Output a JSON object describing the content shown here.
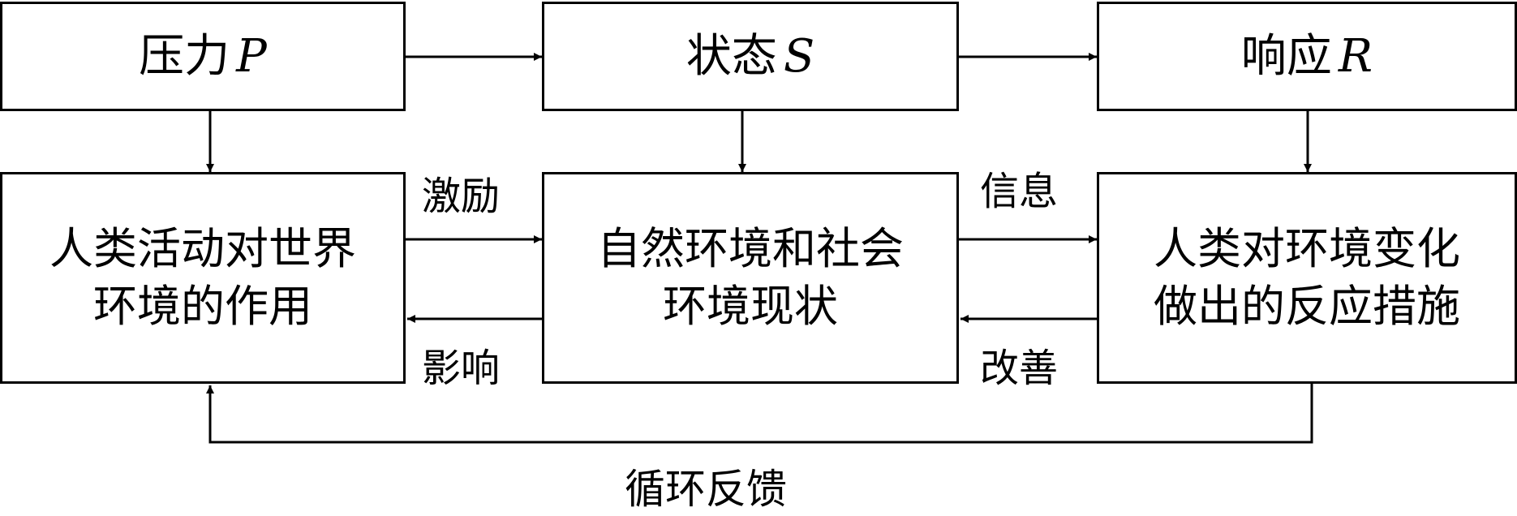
{
  "top_row": {
    "pressure": {
      "label": "压力",
      "var": "P"
    },
    "state": {
      "label": "状态",
      "var": "S"
    },
    "response": {
      "label": "响应",
      "var": "R"
    }
  },
  "bottom_row": {
    "human_activity": {
      "line1": "人类活动对世界",
      "line2": "环境的作用"
    },
    "environment_status": {
      "line1": "自然环境和社会",
      "line2": "环境现状"
    },
    "human_response": {
      "line1": "人类对环境变化",
      "line2": "做出的反应措施"
    }
  },
  "edge_labels": {
    "incentive": "激励",
    "influence": "影响",
    "information": "信息",
    "improvement": "改善"
  },
  "feedback_label": "循环反馈",
  "colors": {
    "line": "#000000",
    "background": "#ffffff"
  }
}
